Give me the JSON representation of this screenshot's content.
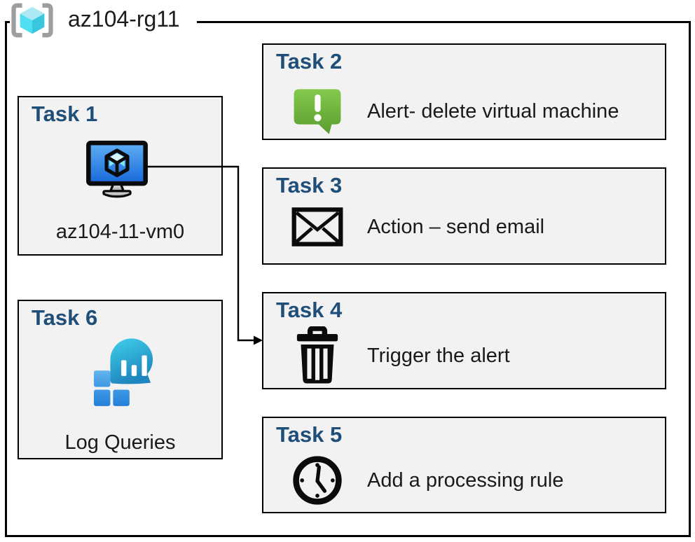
{
  "diagram": {
    "type": "azure-lab-architecture",
    "resource_group": {
      "name": "az104-rg11",
      "icon": "resource-group-icon"
    },
    "tasks": [
      {
        "id": "task-1",
        "title": "Task 1",
        "icon": "virtual-machine-icon",
        "label": "az104-11-vm0"
      },
      {
        "id": "task-2",
        "title": "Task 2",
        "icon": "alert-bubble-icon",
        "label": "Alert- delete virtual machine"
      },
      {
        "id": "task-3",
        "title": "Task 3",
        "icon": "envelope-icon",
        "label": "Action – send email"
      },
      {
        "id": "task-4",
        "title": "Task 4",
        "icon": "trash-icon",
        "label": "Trigger the alert"
      },
      {
        "id": "task-5",
        "title": "Task 5",
        "icon": "clock-icon",
        "label": "Add a processing rule"
      },
      {
        "id": "task-6",
        "title": "Task 6",
        "icon": "log-analytics-icon",
        "label": "Log Queries"
      }
    ],
    "connector": {
      "from": "task-1",
      "to": "task-4",
      "shape": "elbow",
      "arrowhead": "filled-triangle"
    },
    "colors": {
      "task_title": "#1F4E79",
      "box_fill": "#F2F2F2",
      "box_border": "#000000",
      "text": "#1A1A1A",
      "alert_green_top": "#84C94E",
      "alert_green_bottom": "#5A9D2E",
      "vm_screen_top": "#5FAFF5",
      "vm_screen_bottom": "#1767D9",
      "rg_cube_cyan": "#50DFF2",
      "log_bubble_top": "#3FD0EA",
      "log_bubble_bottom": "#1F85BE",
      "log_square_blue": "#2F8CDF"
    }
  }
}
